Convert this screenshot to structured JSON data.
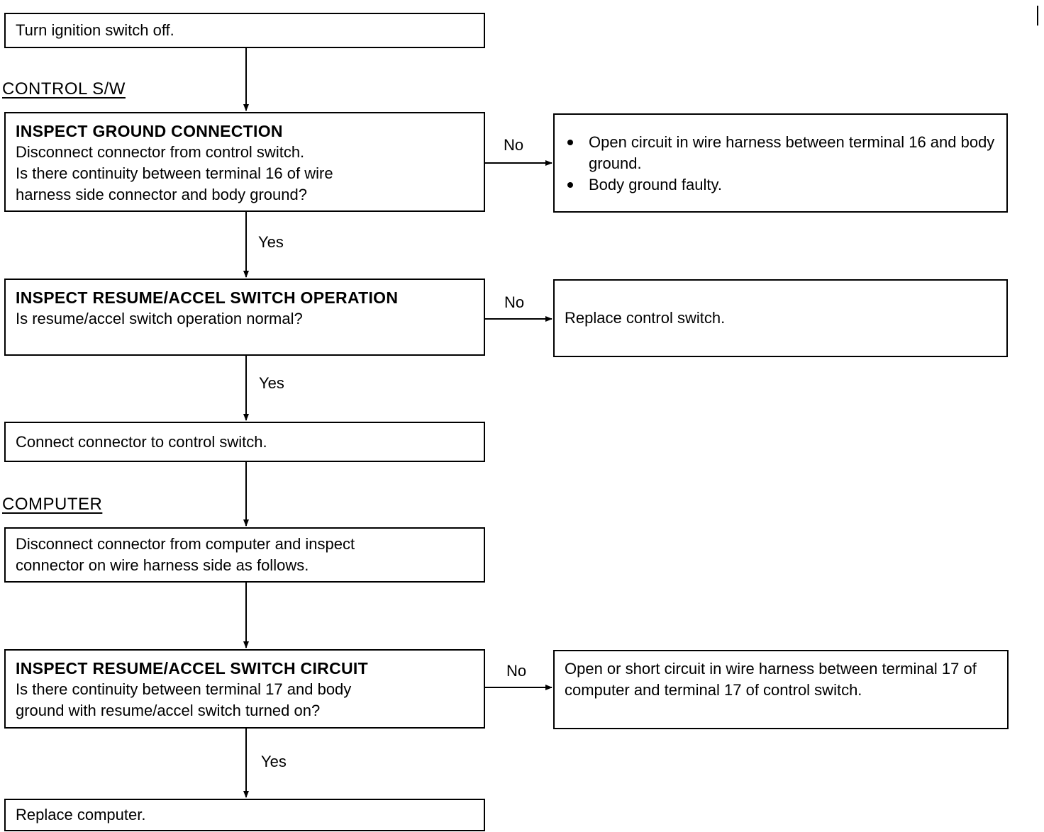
{
  "sections": {
    "control_sw": "CONTROL S/W",
    "computer": "COMPUTER"
  },
  "steps": {
    "turn_off": "Turn ignition switch off.",
    "ground": {
      "heading": "INSPECT GROUND CONNECTION",
      "line1": "Disconnect connector from control switch.",
      "line2": "Is there continuity between terminal 16 of wire",
      "line3": "harness side connector and body ground?"
    },
    "resume": {
      "heading": "INSPECT RESUME/ACCEL SWITCH OPERATION",
      "line1": "Is resume/accel switch operation normal?"
    },
    "connect": "Connect connector to control switch.",
    "disconnect": {
      "line1": "Disconnect connector from computer and inspect",
      "line2": "connector on wire harness side as follows."
    },
    "circuit": {
      "heading": "INSPECT RESUME/ACCEL SWITCH CIRCUIT",
      "line1": "Is there continuity between terminal 17 and body",
      "line2": "ground with resume/accel switch turned on?"
    },
    "replace_computer": "Replace computer."
  },
  "results": {
    "ground_no": [
      "Open circuit in wire harness between terminal 16 and body ground.",
      "Body ground faulty."
    ],
    "resume_no": "Replace control switch.",
    "circuit_no": "Open or short circuit in wire harness between terminal 17 of computer and terminal 17 of control switch."
  },
  "labels": {
    "yes": "Yes",
    "no": "No"
  }
}
